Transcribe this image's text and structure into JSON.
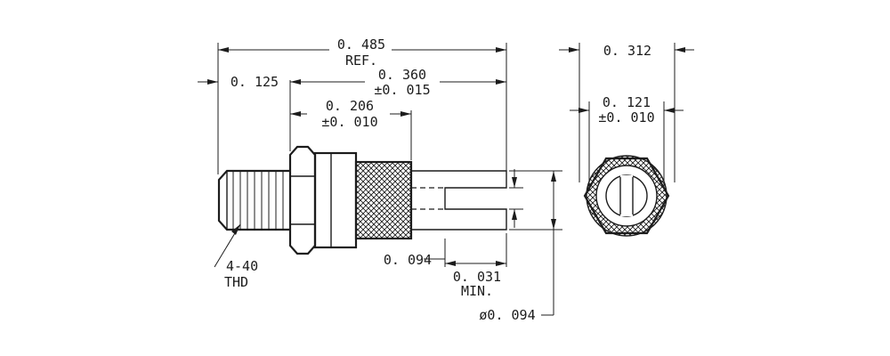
{
  "drawing": {
    "dimensions": {
      "overall_length": {
        "value": "0. 485",
        "note": "REF."
      },
      "thread_length": {
        "value": "0. 125"
      },
      "body_length": {
        "value": "0. 360",
        "tolerance": "±0. 015"
      },
      "knurl_length": {
        "value": "0. 206",
        "tolerance": "±0. 010"
      },
      "hex_width": {
        "value": "0. 312"
      },
      "bore_diameter": {
        "value": "0. 121",
        "tolerance": "±0. 010"
      },
      "slot_width": {
        "value": "0. 094"
      },
      "slot_depth": {
        "value": "0. 031",
        "note": "MIN."
      },
      "tip_diameter": {
        "value": "ø0. 094"
      }
    },
    "callouts": {
      "thread": {
        "line1": "4-40",
        "line2": "THD"
      }
    }
  }
}
